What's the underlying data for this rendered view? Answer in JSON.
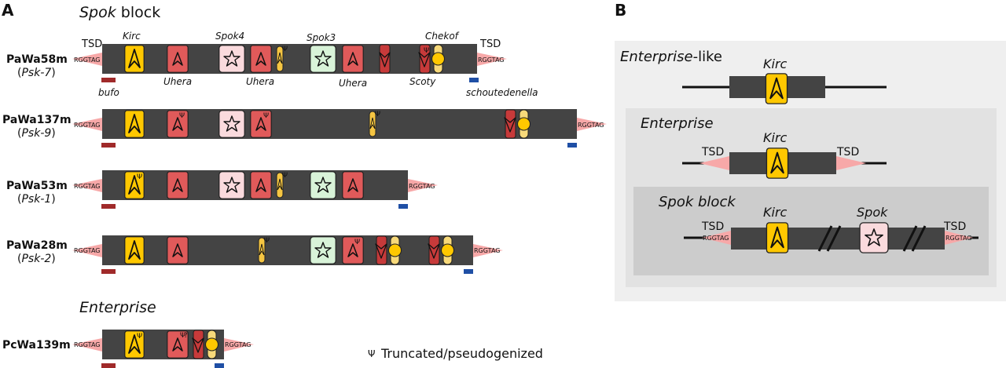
{
  "panel_a": {
    "letter": "A",
    "spok_title": [
      "Spok",
      " block"
    ],
    "enterprise_title": "Enterprise",
    "legend": {
      "symbol": "Ψ",
      "text": "Truncated/pseudogenized"
    },
    "tsd": "TSD",
    "motif": "RGGTAG",
    "labels_top": {
      "kirc": "Kirc",
      "spok4": "Spok4",
      "spok3": "Spok3",
      "chekof": "Chekof"
    },
    "labels_bottom": {
      "uhera1": "Uhera",
      "uhera2": "Uhera",
      "uhera3": "Uhera",
      "scoty": "Scoty",
      "bufo": "bufo",
      "schoutedenella": "schoutedenella"
    },
    "strains": [
      {
        "name": "PaWa58m",
        "psk": "Psk-7"
      },
      {
        "name": "PaWa137m",
        "psk": "Psk-9"
      },
      {
        "name": "PaWa53m",
        "psk": "Psk-1"
      },
      {
        "name": "PaWa28m",
        "psk": "Psk-2"
      },
      {
        "name": "PcWa139m",
        "psk": ""
      }
    ],
    "question": "?"
  },
  "panel_b": {
    "letter": "B",
    "enterprise_like": [
      "Enterprise",
      "-like"
    ],
    "enterprise": "Enterprise",
    "spok_block": "Spok block",
    "kirc": "Kirc",
    "spok": "Spok",
    "tsd": "TSD",
    "motif": "RGGTAG"
  },
  "colors": {
    "element": "#444444",
    "kirc": "#ffc800",
    "uhera": "#e05a5a",
    "spok": "#fadadd",
    "spok3": "#d8f3d8",
    "tsd": "#f7a8a8",
    "bufo": "#a02a2a",
    "schoutedenella": "#1f4fa5",
    "panel_b_outer": "#efefef",
    "panel_b_mid": "#e2e2e2",
    "panel_b_inner": "#cccccc"
  }
}
